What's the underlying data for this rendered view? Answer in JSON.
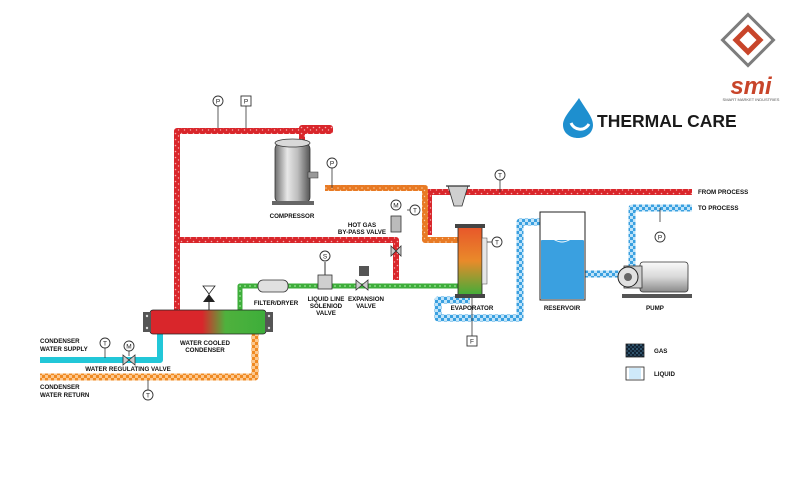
{
  "brand": {
    "company": "THERMAL CARE",
    "partner": "smi",
    "partner_tagline": "SMART MARKET INDUSTRIES"
  },
  "colors": {
    "hot_gas": "#d9262b",
    "hot_gas_light": "#f08a8a",
    "suction": "#e87a24",
    "liquid_line": "#3dae3a",
    "water": "#3aa0e0",
    "water_light": "#a8d8f5",
    "cooling_water": "#22c7d8",
    "condenser_return": "#f08a22"
  },
  "components": {
    "compressor": "COMPRESSOR",
    "hot_gas_bypass": [
      "HOT GAS",
      "BY-PASS VALVE"
    ],
    "filter_dryer": "FILTER/DRYER",
    "solenoid_valve": [
      "LIQUID LINE",
      "SOLENIOD",
      "VALVE"
    ],
    "expansion_valve": [
      "EXPANSION",
      "VALVE"
    ],
    "water_cooled_condenser": [
      "WATER COOLED",
      "CONDENSER"
    ],
    "evaporator": "EVAPORATOR",
    "reservoir": "RESERVOIR",
    "pump": "PUMP",
    "water_regulating_valve": "WATER REGULATING VALVE"
  },
  "flows": {
    "from_process": "FROM PROCESS",
    "to_process": "TO PROCESS",
    "condenser_supply": [
      "CONDENSER",
      "WATER SUPPLY"
    ],
    "condenser_return": [
      "CONDENSER",
      "WATER RETURN"
    ]
  },
  "instruments": {
    "pressure": "P",
    "temperature": "T",
    "flow": "F",
    "motor": "M",
    "solenoid": "S"
  },
  "legend": [
    {
      "label": "GAS",
      "swatch": "gas"
    },
    {
      "label": "LIQUID",
      "swatch": "liquid"
    }
  ]
}
